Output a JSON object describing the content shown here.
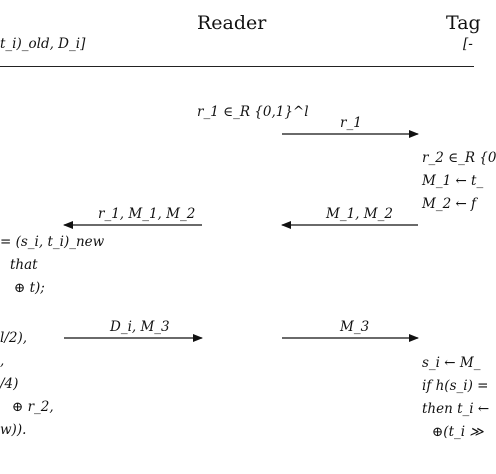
{
  "header": {
    "left_fragment": "t_i)_old, D_i]",
    "reader_title": "Reader",
    "tag_title": "Tag",
    "tag_fragment": "[-"
  },
  "reader": {
    "nonce": "r_1 ∈_R {0,1}^l"
  },
  "messages": {
    "m1": "r_1",
    "m2": "r_1, M_1, M_2",
    "m3": "M_1, M_2",
    "m4": "D_i, M_3",
    "m5": "M_3"
  },
  "tag": {
    "lines": [
      "r_2 ∈_R {0",
      "M_1 ← t_",
      "M_2 ← f"
    ],
    "verify_lines": [
      "s_i ← M_",
      "if h(s_i) =",
      "then t_i ←",
      "⊕(t_i ≫"
    ]
  },
  "server": {
    "upper_lines": [
      "= (s_i, t_i)_new",
      "that",
      "⊕ t);"
    ],
    "lower_lines": [
      "l/2),",
      ",",
      "/4)",
      "⊕ r_2,",
      "w))."
    ]
  }
}
